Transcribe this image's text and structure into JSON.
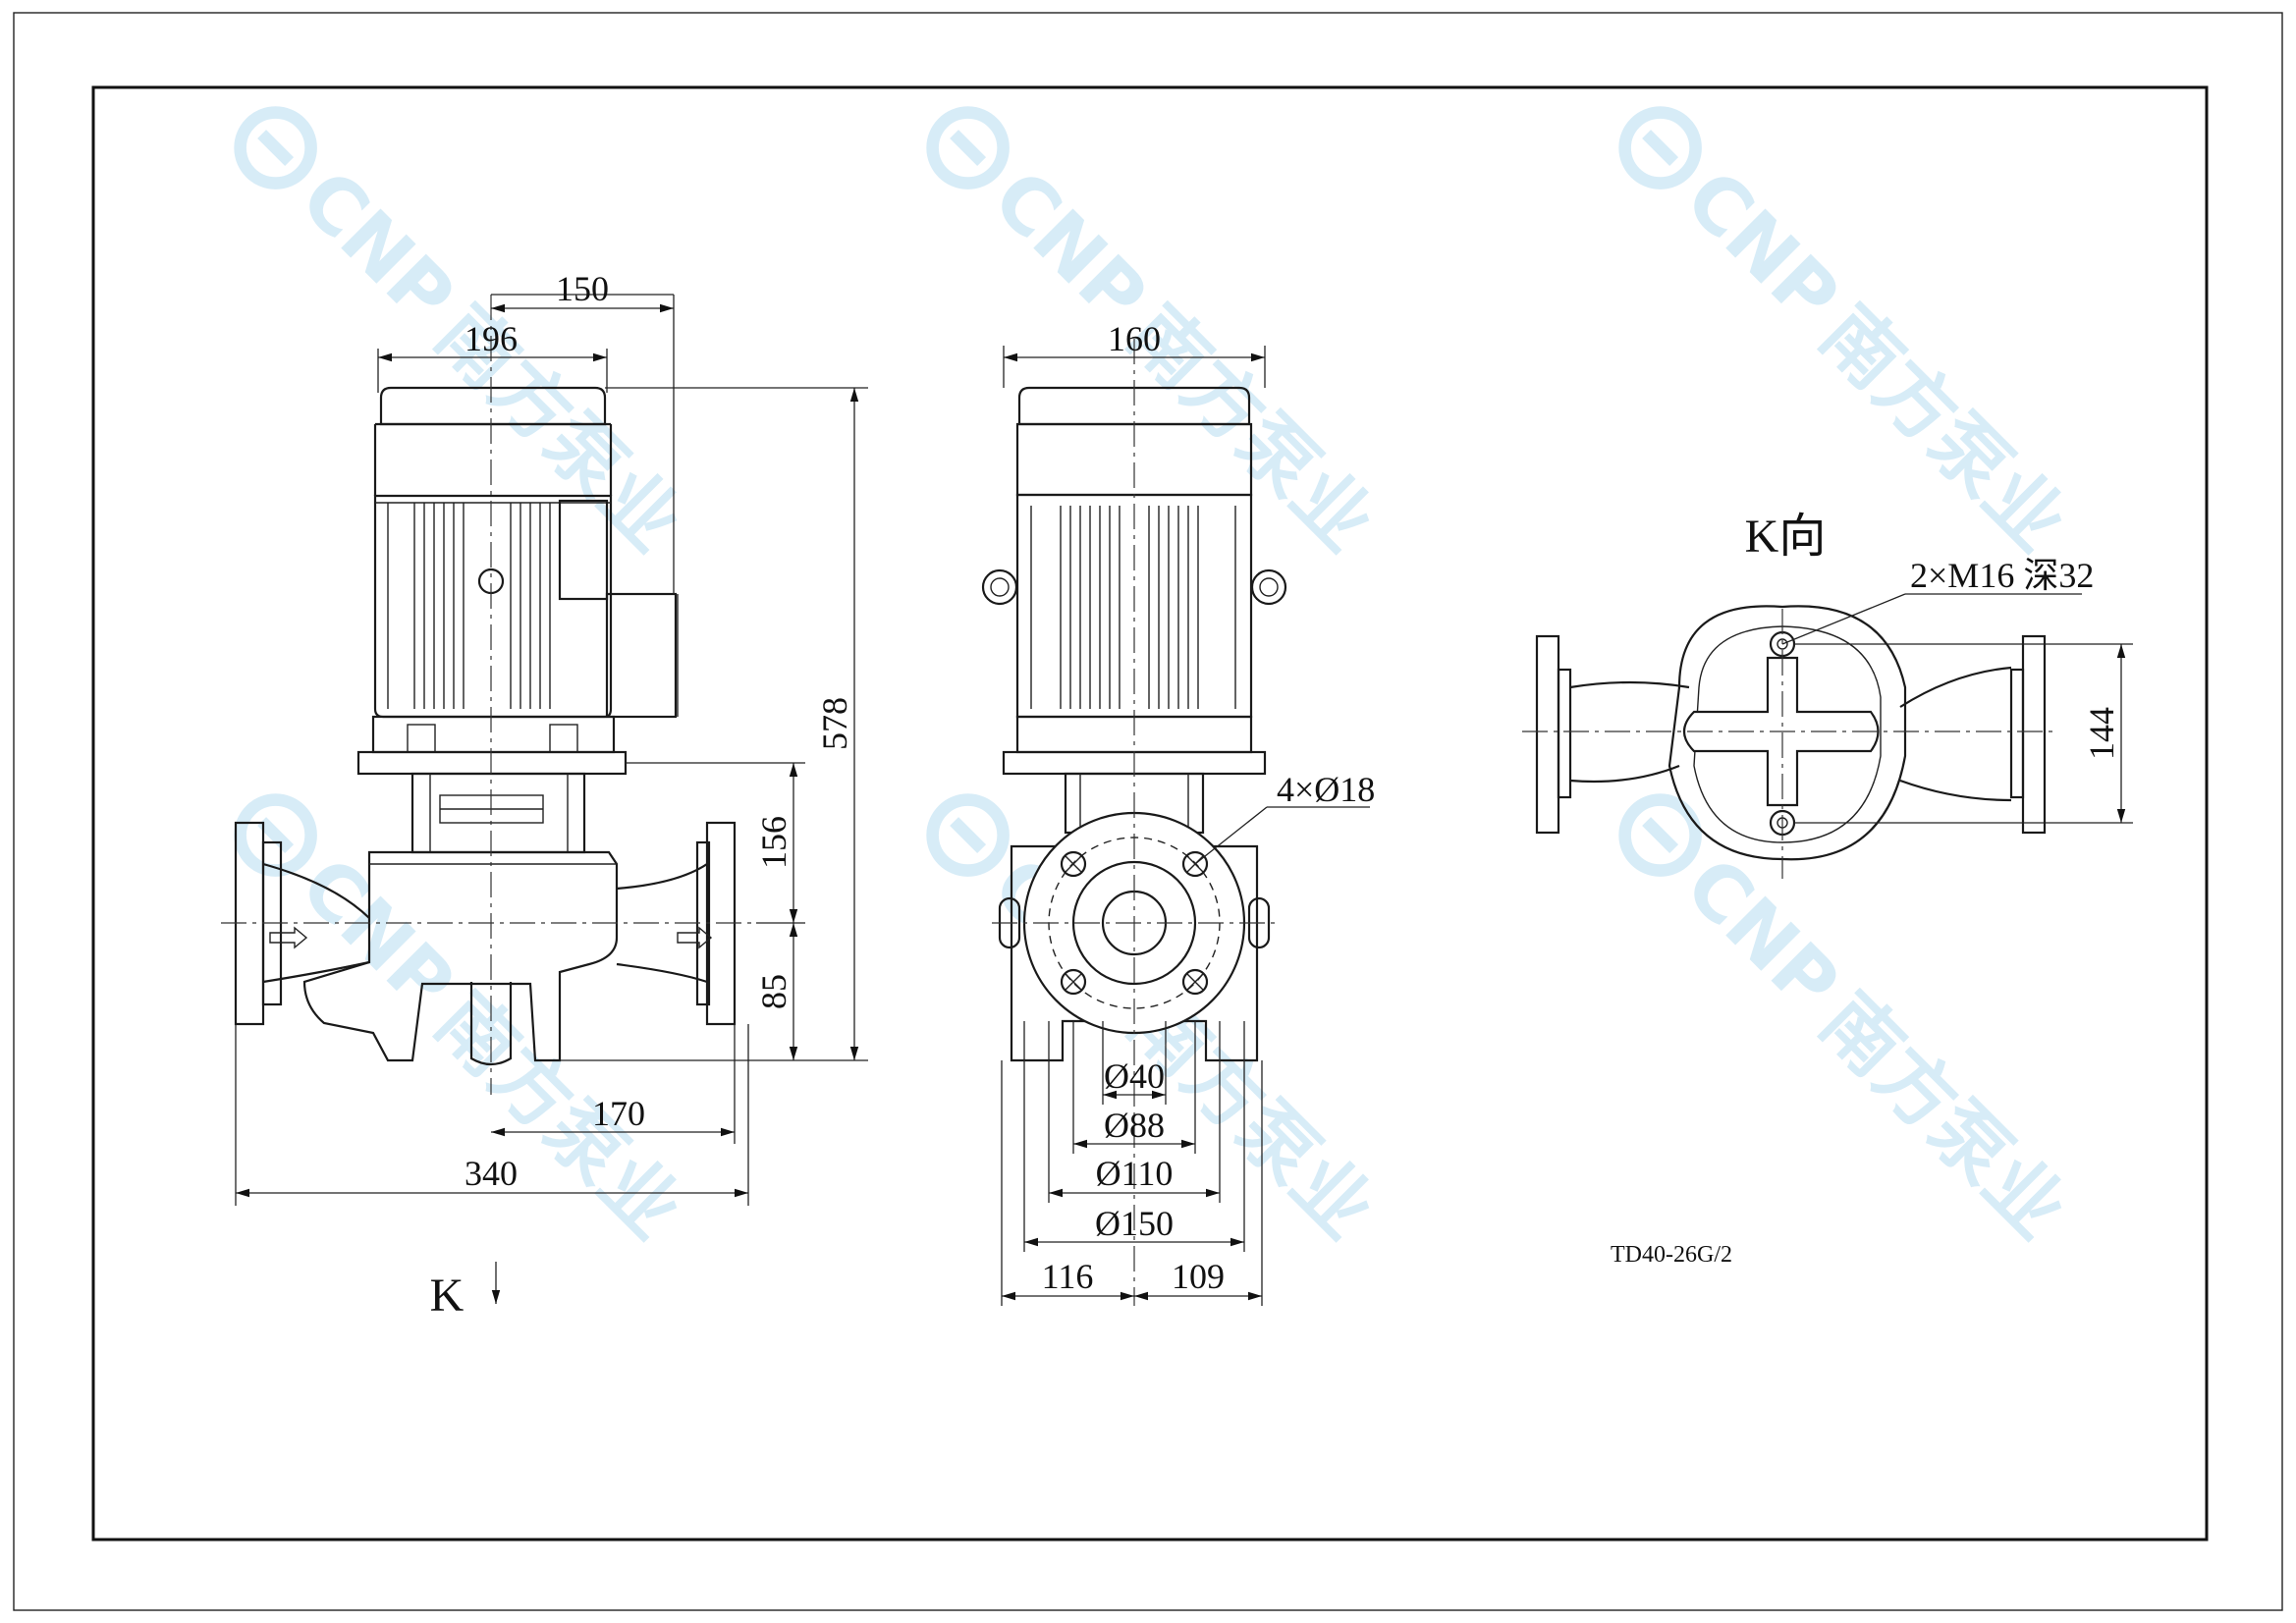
{
  "watermark": {
    "brand": "CNP",
    "company": "南方泵业"
  },
  "model_code": "TD40-26G/2",
  "front_view": {
    "dim_150": "150",
    "dim_196": "196",
    "dim_578": "578",
    "dim_156": "156",
    "dim_85": "85",
    "dim_170": "170",
    "dim_340": "340",
    "view_marker": "K"
  },
  "side_view": {
    "dim_160": "160",
    "bolt_holes": "4×Ø18",
    "dia_40": "Ø40",
    "dia_88": "Ø88",
    "dia_110": "Ø110",
    "dia_150": "Ø150",
    "dim_116": "116",
    "dim_109": "109"
  },
  "k_view": {
    "title": "K向",
    "thread_note": "2×M16 深32",
    "dim_144": "144"
  }
}
